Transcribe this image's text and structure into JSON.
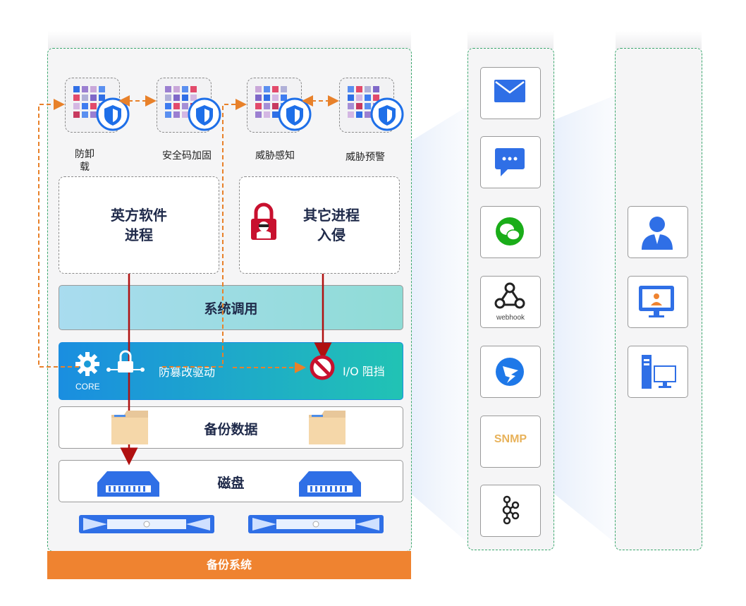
{
  "modules": [
    {
      "label": "防卸\n载"
    },
    {
      "label": "安全码加固"
    },
    {
      "label": "威胁感知"
    },
    {
      "label": "威胁预警"
    }
  ],
  "process_box": {
    "label": "英方软件\n进程"
  },
  "intrusion_box": {
    "label": "其它进程\n入侵"
  },
  "layers": {
    "syscall": "系统调用",
    "driver": "防篡改驱动",
    "core": "CORE",
    "io_block": "I/O 阻挡",
    "backup": "备份数据",
    "disk": "磁盘"
  },
  "footer": {
    "label": "备份系统"
  },
  "notify_tiles": [
    {
      "icon": "email-icon"
    },
    {
      "icon": "sms-chat-icon"
    },
    {
      "icon": "wechat-icon"
    },
    {
      "icon": "webhook-icon",
      "label": "webhook"
    },
    {
      "icon": "dingtalk-icon"
    },
    {
      "icon": "snmp-icon",
      "label": "SNMP"
    },
    {
      "icon": "kafka-icon"
    }
  ],
  "target_tiles": [
    {
      "icon": "user-icon"
    },
    {
      "icon": "monitor-user-icon"
    },
    {
      "icon": "desktop-computer-icon"
    }
  ],
  "colors": {
    "accent_orange": "#ef8330",
    "arrow_red": "#b01010",
    "dashed_orange": "#e8812a",
    "panel_border": "#3aa76d",
    "blue": "#1e6fe8"
  }
}
